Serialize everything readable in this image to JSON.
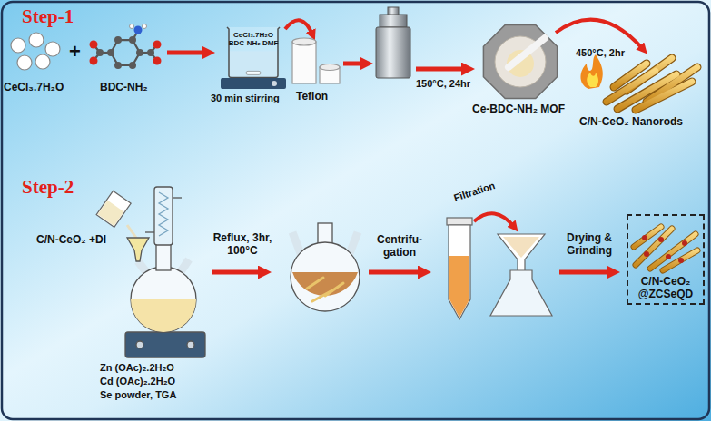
{
  "diagram": {
    "nodes": [
      {
        "text": [
          "CeCl₃.7H₂O BDC-NH₂ DMF"
        ]
      },
      {
        "text": [
          "C/N-CeO₂ @ZCSeQD"
        ]
      }
    ],
    "labels": [
      "Step-1",
      "CeCl₃.7H₂O",
      "+",
      "BDC-NH₂",
      "30 min stirring",
      "Teflon",
      "150°C, 24hr",
      "Ce-BDC-NH₂ MOF",
      "450°C, 2hr",
      "C/N-CeO₂ Nanorods",
      "Step-2",
      "C/N-CeO₂ +DI",
      "Zn (OAc)₂.2H₂O",
      "Cd (OAc)₂.2H₂O",
      "Se powder, TGA",
      "Reflux, 3hr, 100°C",
      "Centrifu- gation",
      "Filtration",
      "Drying & Grinding"
    ]
  }
}
